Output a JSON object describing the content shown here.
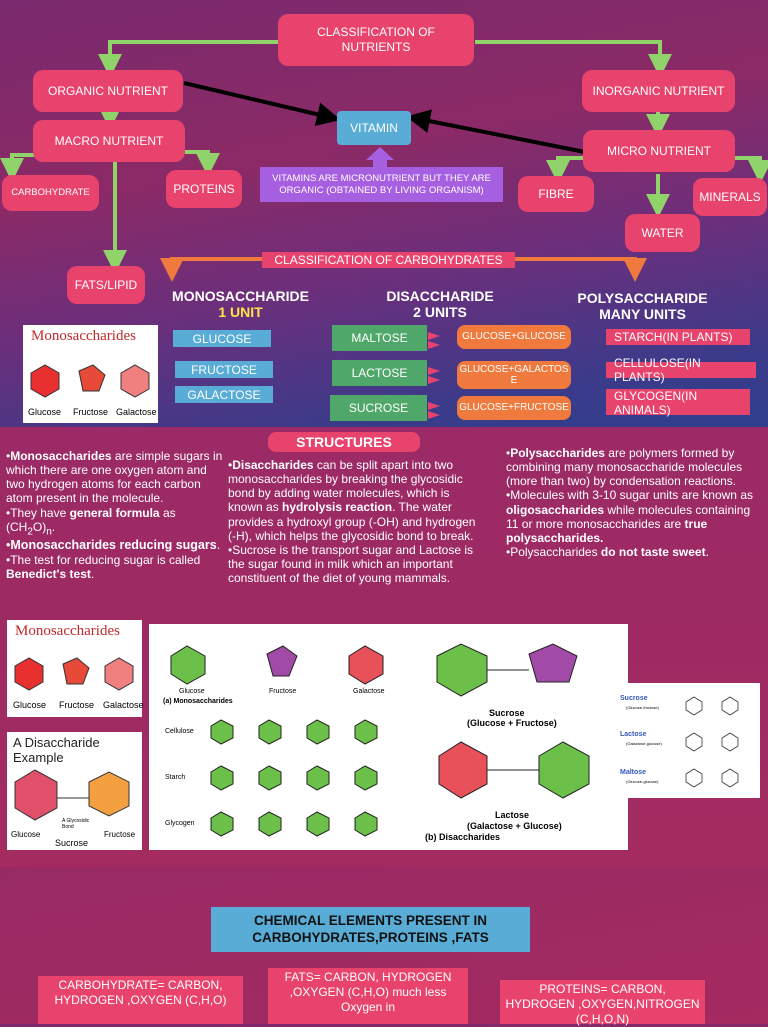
{
  "flow": {
    "title": "CLASSIFICATION OF NUTRIENTS",
    "organic": "ORGANIC NUTRIENT",
    "inorganic": "INORGANIC NUTRIENT",
    "macro": "MACRO NUTRIENT",
    "micro": "MICRO NUTRIENT",
    "vitamin": "VITAMIN",
    "vitamin_note": "VITAMINS ARE MICRONUTRIENT BUT THEY ARE ORGANIC (OBTAINED BY LIVING ORGANISM)",
    "carbohydrate": "CARBOHYDRATE",
    "proteins": "PROTEINS",
    "fats": "FATS/LIPID",
    "fibre": "FIBRE",
    "minerals": "MINERALS",
    "water": "WATER"
  },
  "carbs": {
    "title": "CLASSIFICATION OF CARBOHYDRATES",
    "mono_title": "MONOSACCHARIDE",
    "mono_sub": "1 UNIT",
    "di_title": "DISACCHARIDE",
    "di_sub": "2 UNITS",
    "poly_title": "POLYSACCHARIDE",
    "poly_sub": "MANY UNITS",
    "mono_items": [
      "GLUCOSE",
      "FRUCTOSE",
      "GALACTOSE"
    ],
    "di_items": [
      "MALTOSE",
      "LACTOSE",
      "SUCROSE"
    ],
    "di_parts": [
      "GLUCOSE+GLUCOSE",
      "GLUCOSE+GALACTOS E",
      "GLUCOSE+FRUCTOSE"
    ],
    "poly_items": [
      "STARCH(IN PLANTS)",
      "CELLULOSE(IN PLANTS)",
      "GLYCOGEN(IN ANIMALS)"
    ]
  },
  "mono_image": {
    "title": "Monosaccharides",
    "labels": [
      "Glucose",
      "Fructose",
      "Galactose"
    ]
  },
  "structures": {
    "title": "STRUCTURES",
    "col1": {
      "p1_bold": "Monosaccharides",
      "p1_rest": " are simple sugars in which there are one oxygen atom and two hydrogen atoms for each carbon atom present in the molecule.",
      "p2_pre": "They have ",
      "p2_bold": "general formula",
      "p2_post": " as (CH",
      "p2_sub1": "2",
      "p2_o": "O)",
      "p2_sub2": "n",
      "p2_end": ".",
      "p3_bold": "Monosaccharides reducing sugars",
      "p3_end": ".",
      "p4_pre": "The test for reducing sugar is called ",
      "p4_bold": "Benedict's test",
      "p4_end": "."
    },
    "col2": {
      "p1_bold": "Disaccharides",
      "p1_rest": " can be split apart into two monosaccharides by breaking the glycosidic bond by adding water molecules, which is known as ",
      "p1_bold2": "hydrolysis reaction",
      "p1_rest2": ". The water provides a hydroxyl group (-OH) and hydrogen (-H), which helps the glycosidic bond to break.",
      "p2": "Sucrose is the transport sugar and Lactose is the sugar found in milk which an important constituent of the diet of young mammals."
    },
    "col3": {
      "p1_bold": "Polysaccharides",
      "p1_rest": " are polymers formed by combining many monosaccharide molecules (more than two) by condensation reactions.",
      "p2_pre": "Molecules with 3-10 sugar units are known as ",
      "p2_bold": "oligosaccharides",
      "p2_rest": " while molecules containing 11 or more monosaccharides are ",
      "p2_bold2": "true polysaccharides.",
      "p3_pre": "Polysaccharides ",
      "p3_bold": "do not taste sweet",
      "p3_end": "."
    }
  },
  "images": {
    "mono2_title": "Monosaccharides",
    "mono2_labels": [
      "Glucose",
      "Fructose",
      "Galactose"
    ],
    "disacch_title": "A Disaccharide Example",
    "disacch_labels": [
      "Glucose",
      "A Glycosidic Bond",
      "Fructose",
      "Sucrose"
    ],
    "big_mono_labels": [
      "Glucose",
      "Fructose",
      "Galactose"
    ],
    "big_caption_a": "(a) Monosaccharides",
    "big_poly_labels": [
      "Cellulose",
      "Starch",
      "Glycogen"
    ],
    "sucrose_label": "Sucrose",
    "sucrose_sub": "(Glucose + Fructose)",
    "lactose_label": "Lactose",
    "lactose_sub": "(Galactose + Glucose)",
    "big_caption_b": "(b) Disaccharides",
    "side_labels": [
      "Sucrose",
      "Lactose",
      "Maltose"
    ],
    "side_subs": [
      "(Glucose-fructose)",
      "(Galactose-glucose)",
      "(Glucose-glucose)"
    ]
  },
  "elements": {
    "title": "CHEMICAL ELEMENTS PRESENT IN CARBOHYDRATES,PROTEINS ,FATS",
    "carb": "CARBOHYDRATE= CARBON, HYDROGEN ,OXYGEN (C,H,O)",
    "fats": "FATS= CARBON, HYDROGEN ,OXYGEN (C,H,O) much less Oxygen in",
    "proteins": "PROTEINS= CARBON, HYDROGEN ,OXYGEN,NITROGEN (C,H,O,N)"
  },
  "colors": {
    "pink_box": "#e8436c",
    "blue_box": "#58acd6",
    "green_box": "#4fa86a",
    "orange_box": "#f07a3e",
    "violet_note": "#a65fe0",
    "green_arrow": "#8fd36a"
  }
}
